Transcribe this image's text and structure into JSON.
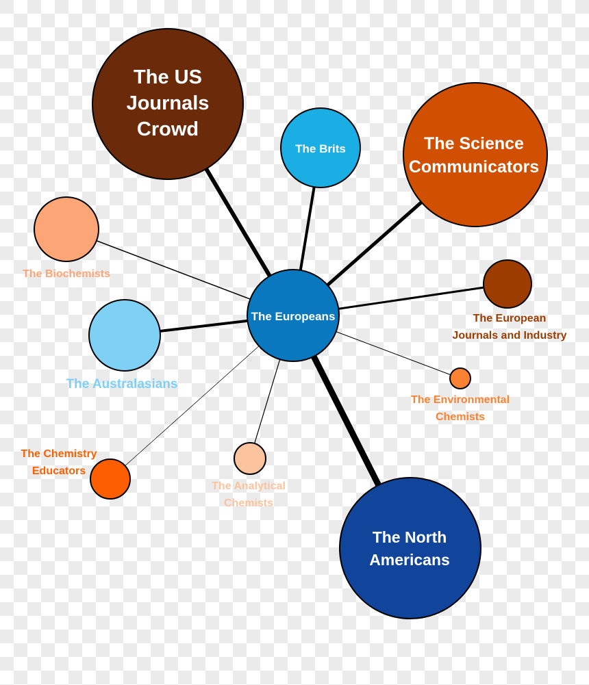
{
  "center": {
    "id": "europeans",
    "label": [
      "The Europeans"
    ],
    "color": "#0a78bf"
  },
  "nodes": [
    {
      "id": "us-journals",
      "label": [
        "The US",
        "Journals",
        "Crowd"
      ],
      "color": "#6b2a0a",
      "label_color": "#ffffff"
    },
    {
      "id": "brits",
      "label": [
        "The Brits"
      ],
      "color": "#1aaee5",
      "label_color": "#ffffff"
    },
    {
      "id": "science-communicators",
      "label": [
        "The Science",
        "Communicators"
      ],
      "color": "#d04f00",
      "label_color": "#ffffff"
    },
    {
      "id": "biochemists",
      "label": [
        "The Biochemists"
      ],
      "color": "#fca677",
      "label_color": "#fca677"
    },
    {
      "id": "european-journals",
      "label": [
        "The European",
        "Journals and Industry"
      ],
      "color": "#9c3c00",
      "label_color": "#9c3c00"
    },
    {
      "id": "australasians",
      "label": [
        "The Australasians"
      ],
      "color": "#7fd0f5",
      "label_color": "#7fd0f5"
    },
    {
      "id": "environmental-chemists",
      "label": [
        "The Environmental",
        "Chemists"
      ],
      "color": "#fd8132",
      "label_color": "#fd8132"
    },
    {
      "id": "chemistry-educators",
      "label": [
        "The Chemistry",
        "Educators"
      ],
      "color": "#fd5e00",
      "label_color": "#fd5e00"
    },
    {
      "id": "analytical-chemists",
      "label": [
        "The Analytical",
        "Chemists"
      ],
      "color": "#fcc39f",
      "label_color": "#fcc39f"
    },
    {
      "id": "north-americans",
      "label": [
        "The North",
        "Americans"
      ],
      "color": "#11449b",
      "label_color": "#ffffff"
    }
  ]
}
